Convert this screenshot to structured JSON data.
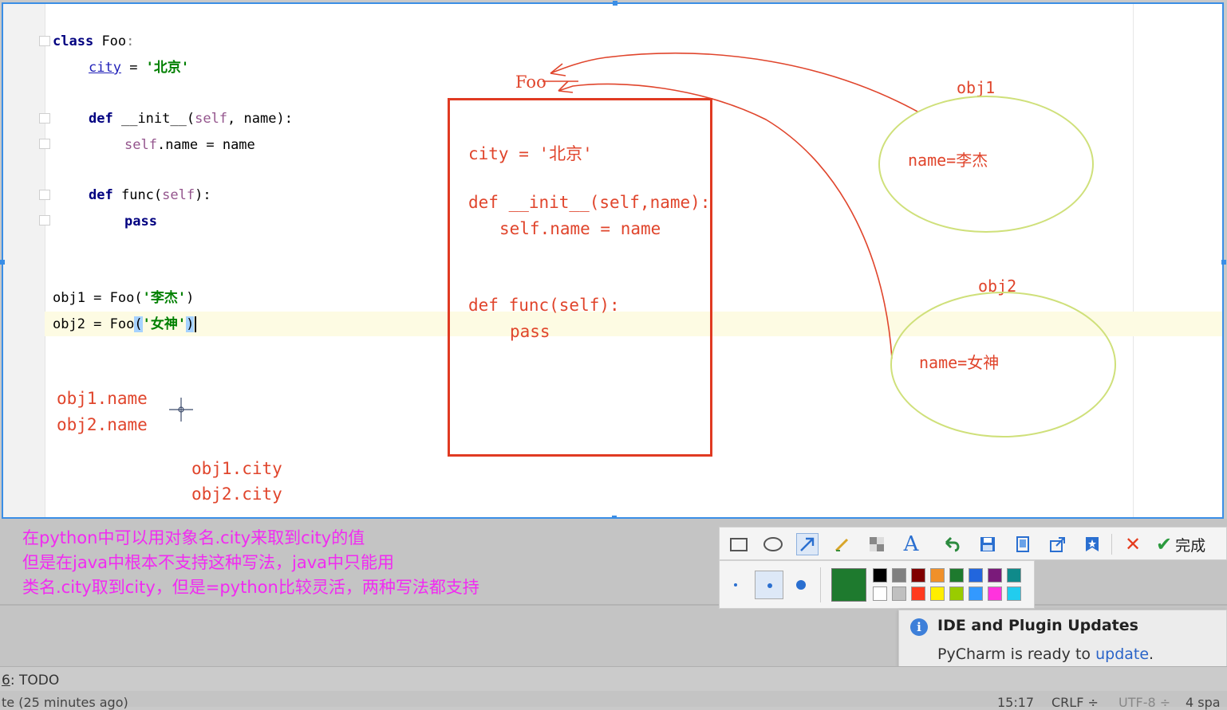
{
  "editor": {
    "code": {
      "class_kw": "class",
      "class_name": "Foo",
      "class_colon": ":",
      "attr_name": "city",
      "attr_eq": " = ",
      "attr_value": "'北京'",
      "def_kw": "def",
      "init_sig": "__init__(",
      "self_kw": "self",
      "init_params": ", name):",
      "init_body_attr": ".name = name",
      "func_sig": "func(",
      "func_close": "):",
      "pass_kw": "pass",
      "obj1_line_prefix": "obj1 = Foo(",
      "obj1_arg": "'李杰'",
      "obj1_close": ")",
      "obj2_line_prefix": "obj2 = Foo",
      "obj2_open": "(",
      "obj2_arg": "'女神'",
      "obj2_close": ")"
    },
    "annotations": {
      "foo_label": "Foo",
      "box_city": "city = '北京'",
      "box_init": "def __init__(self,name):",
      "box_init_body": "self.name = name",
      "box_func": "def func(self):",
      "box_pass": "pass",
      "obj1_label": "obj1",
      "obj1_name": "name=李杰",
      "obj2_label": "obj2",
      "obj2_name": "name=女神",
      "obj1_name_access": "obj1.name",
      "obj2_name_access": "obj2.name",
      "obj1_city_access": "obj1.city",
      "obj2_city_access": "obj2.city"
    },
    "colors": {
      "annotation": "#e0452c",
      "box_border": "#e03a22",
      "ellipse": "#cfe07a",
      "subtitle": "#f12bf1",
      "selection": "#3a8ee6"
    }
  },
  "subtitles": [
    "在python中可以用对象名.city来取到city的值",
    "但是在java中根本不支持这种写法，java中只能用",
    "类名.city取到city，但是=python比较灵活，两种写法都支持"
  ],
  "drawing_toolbar": {
    "tools": [
      "rectangle-icon",
      "ellipse-icon",
      "arrow-icon",
      "pen-icon",
      "mosaic-icon",
      "text-icon",
      "undo-icon",
      "save-icon",
      "copy-icon",
      "share-icon",
      "pin-icon",
      "cancel-icon",
      "confirm-icon"
    ],
    "text_tool_glyph": "A",
    "done_label": "完成",
    "cancel_glyph": "✕",
    "confirm_glyph": "✔",
    "selected_color": "#1e7a2e",
    "palette_top": [
      "#000000",
      "#808080",
      "#800000",
      "#f0902a",
      "#1e7a2e",
      "#2266dd",
      "#7a1a7a",
      "#0f8a8a"
    ],
    "palette_bottom": [
      "#ffffff",
      "#c0c0c0",
      "#ff3b1f",
      "#ffee00",
      "#99cc00",
      "#3399ff",
      "#ff33dd",
      "#22ccee"
    ]
  },
  "notification": {
    "title": "IDE and Plugin Updates",
    "body_prefix": "PyCharm is ready to ",
    "body_link": "update",
    "body_suffix": "."
  },
  "tool_window": {
    "todo_number": "6",
    "todo_label": ": TODO"
  },
  "status_bar": {
    "left_text": "te (25 minutes ago)",
    "position": "15:17",
    "line_sep": "CRLF ÷",
    "encoding": "UTF-8 ÷",
    "indent": "4 spa"
  }
}
